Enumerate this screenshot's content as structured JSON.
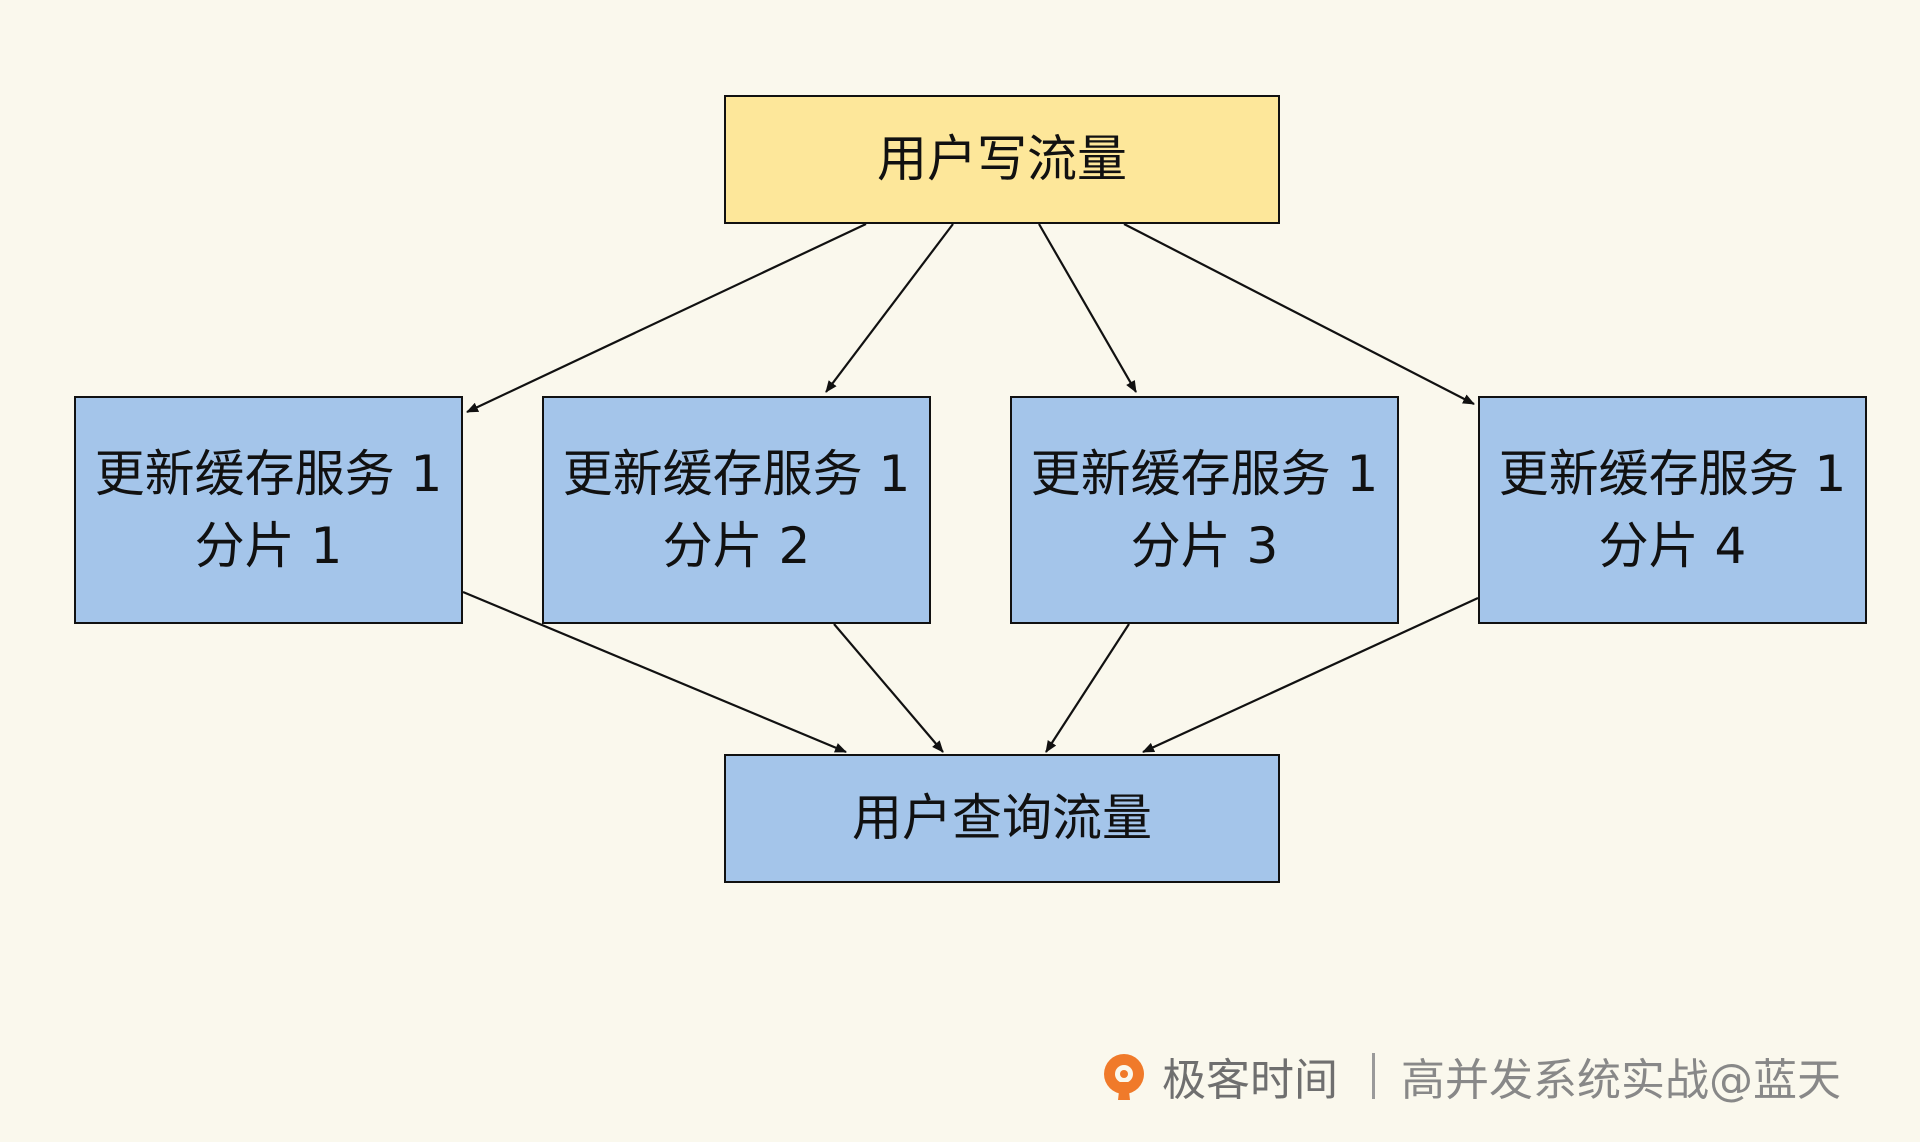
{
  "diagram": {
    "source": {
      "label": "用户写流量",
      "color": "#fde79a"
    },
    "shards": [
      {
        "line1": "更新缓存服务 1",
        "line2": "分片 1"
      },
      {
        "line1": "更新缓存服务 1",
        "line2": "分片 2"
      },
      {
        "line1": "更新缓存服务 1",
        "line2": "分片 3"
      },
      {
        "line1": "更新缓存服务 1",
        "line2": "分片 4"
      }
    ],
    "shard_color": "#a4c5ea",
    "sink": {
      "label": "用户查询流量",
      "color": "#a4c5ea"
    },
    "edges": [
      {
        "from": "source",
        "to": "shard-1"
      },
      {
        "from": "source",
        "to": "shard-2"
      },
      {
        "from": "source",
        "to": "shard-3"
      },
      {
        "from": "source",
        "to": "shard-4"
      },
      {
        "from": "shard-1",
        "to": "sink"
      },
      {
        "from": "shard-2",
        "to": "sink"
      },
      {
        "from": "shard-3",
        "to": "sink"
      },
      {
        "from": "shard-4",
        "to": "sink"
      }
    ]
  },
  "watermark": {
    "logo_icon": "geektime-logo-icon",
    "brand": "极客时间",
    "text": "高并发系统实战@蓝天",
    "logo_color": "#f07a2a"
  }
}
